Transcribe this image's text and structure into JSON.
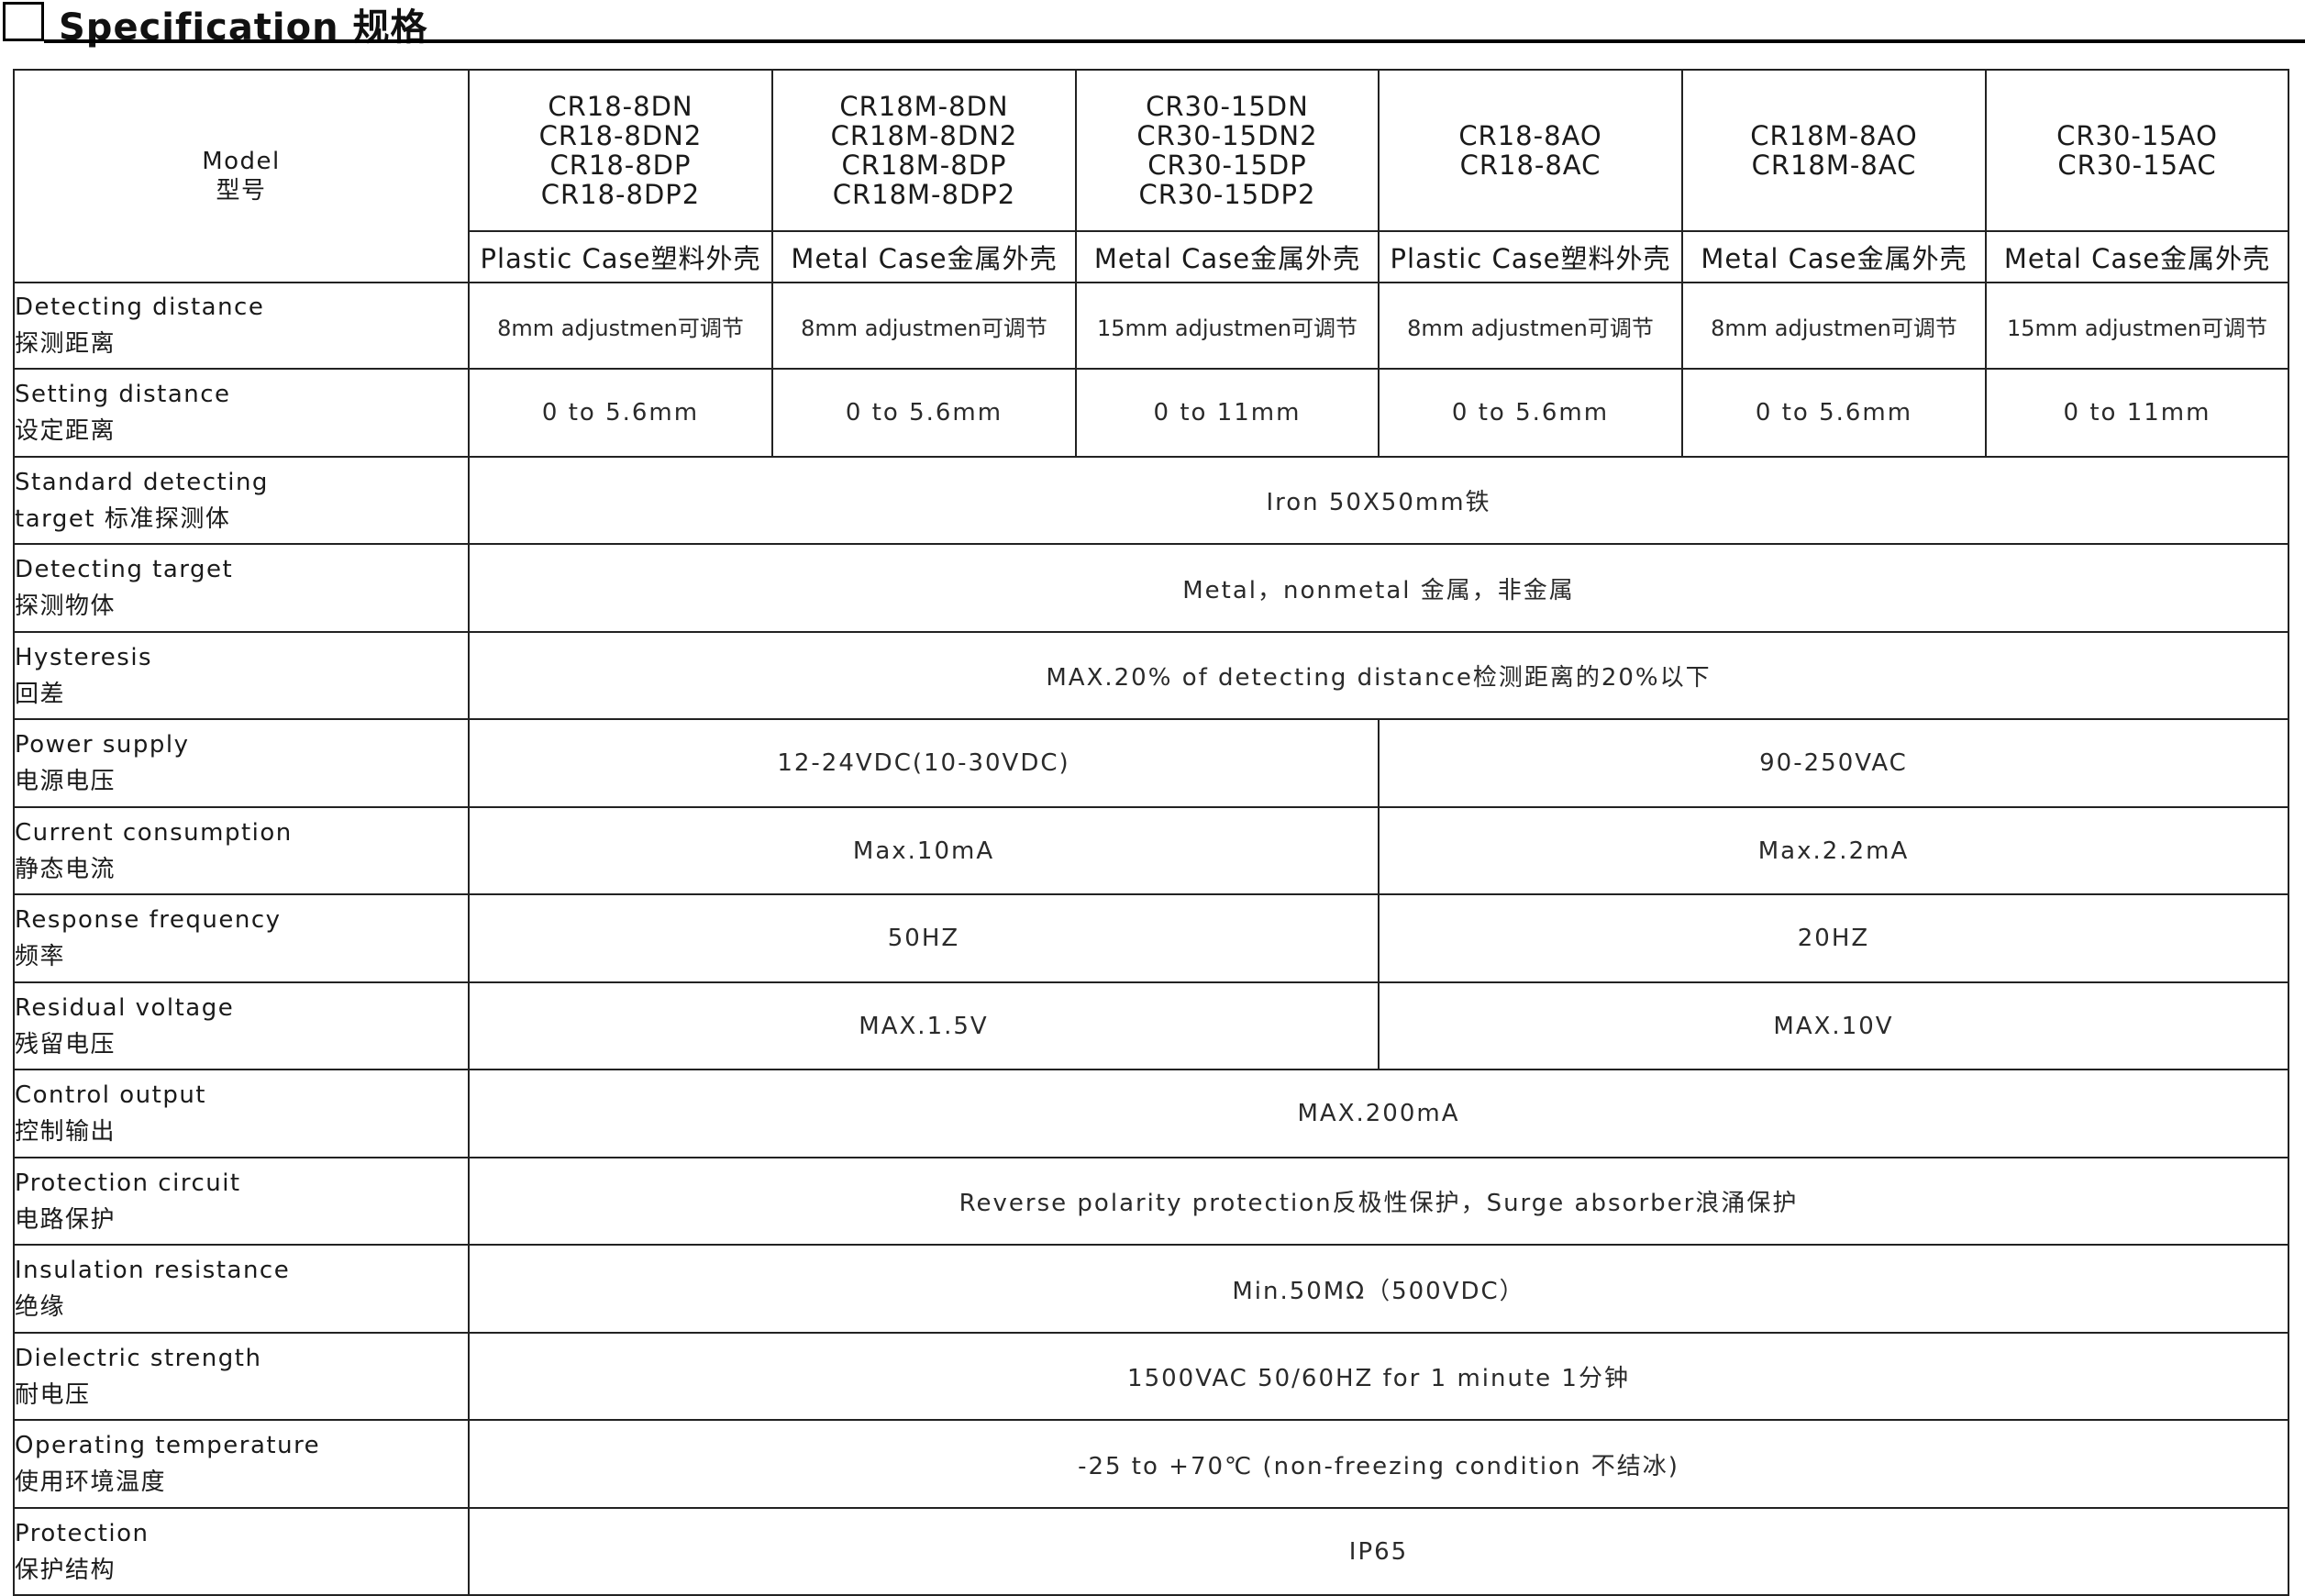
{
  "header": {
    "title": "Specification 规格"
  },
  "table": {
    "model_label_en": "Model",
    "model_label_cn": "型号",
    "model_groups": [
      [
        "CR18-8DN",
        "CR18-8DN2",
        "CR18-8DP",
        "CR18-8DP2"
      ],
      [
        "CR18M-8DN",
        "CR18M-8DN2",
        "CR18M-8DP",
        "CR18M-8DP2"
      ],
      [
        "CR30-15DN",
        "CR30-15DN2",
        "CR30-15DP",
        "CR30-15DP2"
      ],
      [
        "CR18-8AO",
        "CR18-8AC"
      ],
      [
        "CR18M-8AO",
        "CR18M-8AC"
      ],
      [
        "CR30-15AO",
        "CR30-15AC"
      ]
    ],
    "cases": [
      "Plastic Case塑料外壳",
      "Metal Case金属外壳",
      "Metal Case金属外壳",
      "Plastic Case塑料外壳",
      "Metal Case金属外壳",
      "Metal Case金属外壳"
    ],
    "detecting_distance": {
      "en": "Detecting distance",
      "cn": "探测距离",
      "values": [
        "8mm  adjustmen可调节",
        "8mm  adjustmen可调节",
        "15mm  adjustmen可调节",
        "8mm  adjustmen可调节",
        "8mm  adjustmen可调节",
        "15mm  adjustmen可调节"
      ]
    },
    "setting_distance": {
      "en": "Setting distance",
      "cn": "设定距离",
      "values": [
        "0 to 5.6mm",
        "0 to 5.6mm",
        "0 to 11mm",
        "0 to 5.6mm",
        "0 to 5.6mm",
        "0 to 11mm"
      ]
    },
    "standard_target": {
      "en": "Standard detecting",
      "cn": "target 标准探测体",
      "value": "Iron 50X50mm铁"
    },
    "detecting_target": {
      "en": "Detecting target",
      "cn": "探测物体",
      "value": "Metal，nonmetal 金属，非金属"
    },
    "hysteresis": {
      "en": "Hysteresis",
      "cn": "回差",
      "value": "MAX.20% of   detecting distance检测距离的20%以下"
    },
    "power_supply": {
      "en": "Power supply",
      "cn": "电源电压",
      "dc": "12-24VDC(10-30VDC)",
      "ac": "90-250VAC"
    },
    "current_consumption": {
      "en": "Current consumption",
      "cn": "静态电流",
      "dc": "Max.10mA",
      "ac": "Max.2.2mA"
    },
    "response_frequency": {
      "en": "Response frequency",
      "cn": "频率",
      "dc": "50HZ",
      "ac": "20HZ"
    },
    "residual_voltage": {
      "en": "Residual voltage",
      "cn": "残留电压",
      "dc": "MAX.1.5V",
      "ac": "MAX.10V"
    },
    "control_output": {
      "en": "Control output",
      "cn": "控制输出",
      "value": "MAX.200mA"
    },
    "protection_circuit": {
      "en": "Protection circuit",
      "cn": "电路保护",
      "value": "Reverse polarity protection反极性保护，Surge absorber浪涌保护"
    },
    "insulation_resistance": {
      "en": "Insulation resistance",
      "cn": "绝缘",
      "value": "Min.50MΩ（500VDC）"
    },
    "dielectric_strength": {
      "en": "Dielectric strength",
      "cn": "耐电压",
      "value": "1500VAC 50/60HZ for 1 minute 1分钟"
    },
    "operating_temperature": {
      "en": "Operating temperature",
      "cn": "使用环境温度",
      "value": "-25 to +70℃ (non-freezing condition 不结冰)"
    },
    "protection": {
      "en": "Protection",
      "cn": "保护结构",
      "value": "IP65"
    }
  }
}
